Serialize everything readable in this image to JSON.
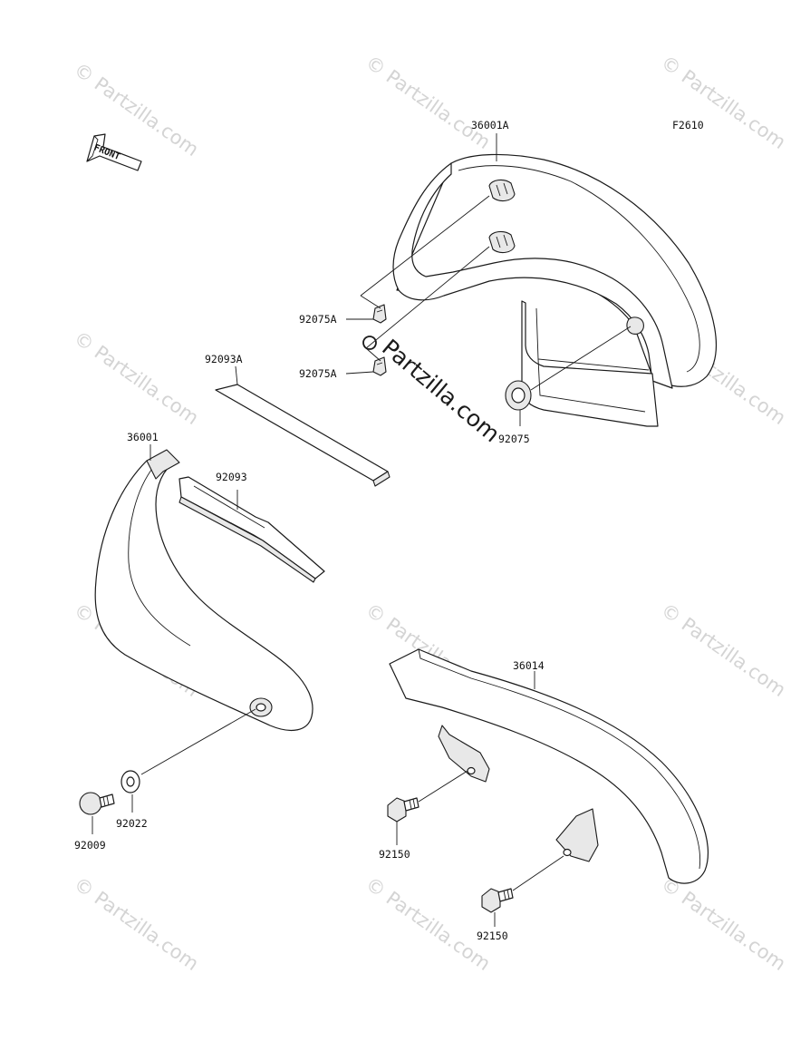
{
  "figure_code": "F2610",
  "front_arrow_label": "FRONT",
  "watermark_text": "© Partzilla.com",
  "center_watermark": "Partzilla.com",
  "parts": {
    "p36001A": "36001A",
    "p92075A_top": "92075A",
    "p92075A_bottom": "92075A",
    "p92075": "92075",
    "p92093A": "92093A",
    "p92093": "92093",
    "p36001": "36001",
    "p92022": "92022",
    "p92009": "92009",
    "p36014": "36014",
    "p92150_top": "92150",
    "p92150_bottom": "92150"
  }
}
